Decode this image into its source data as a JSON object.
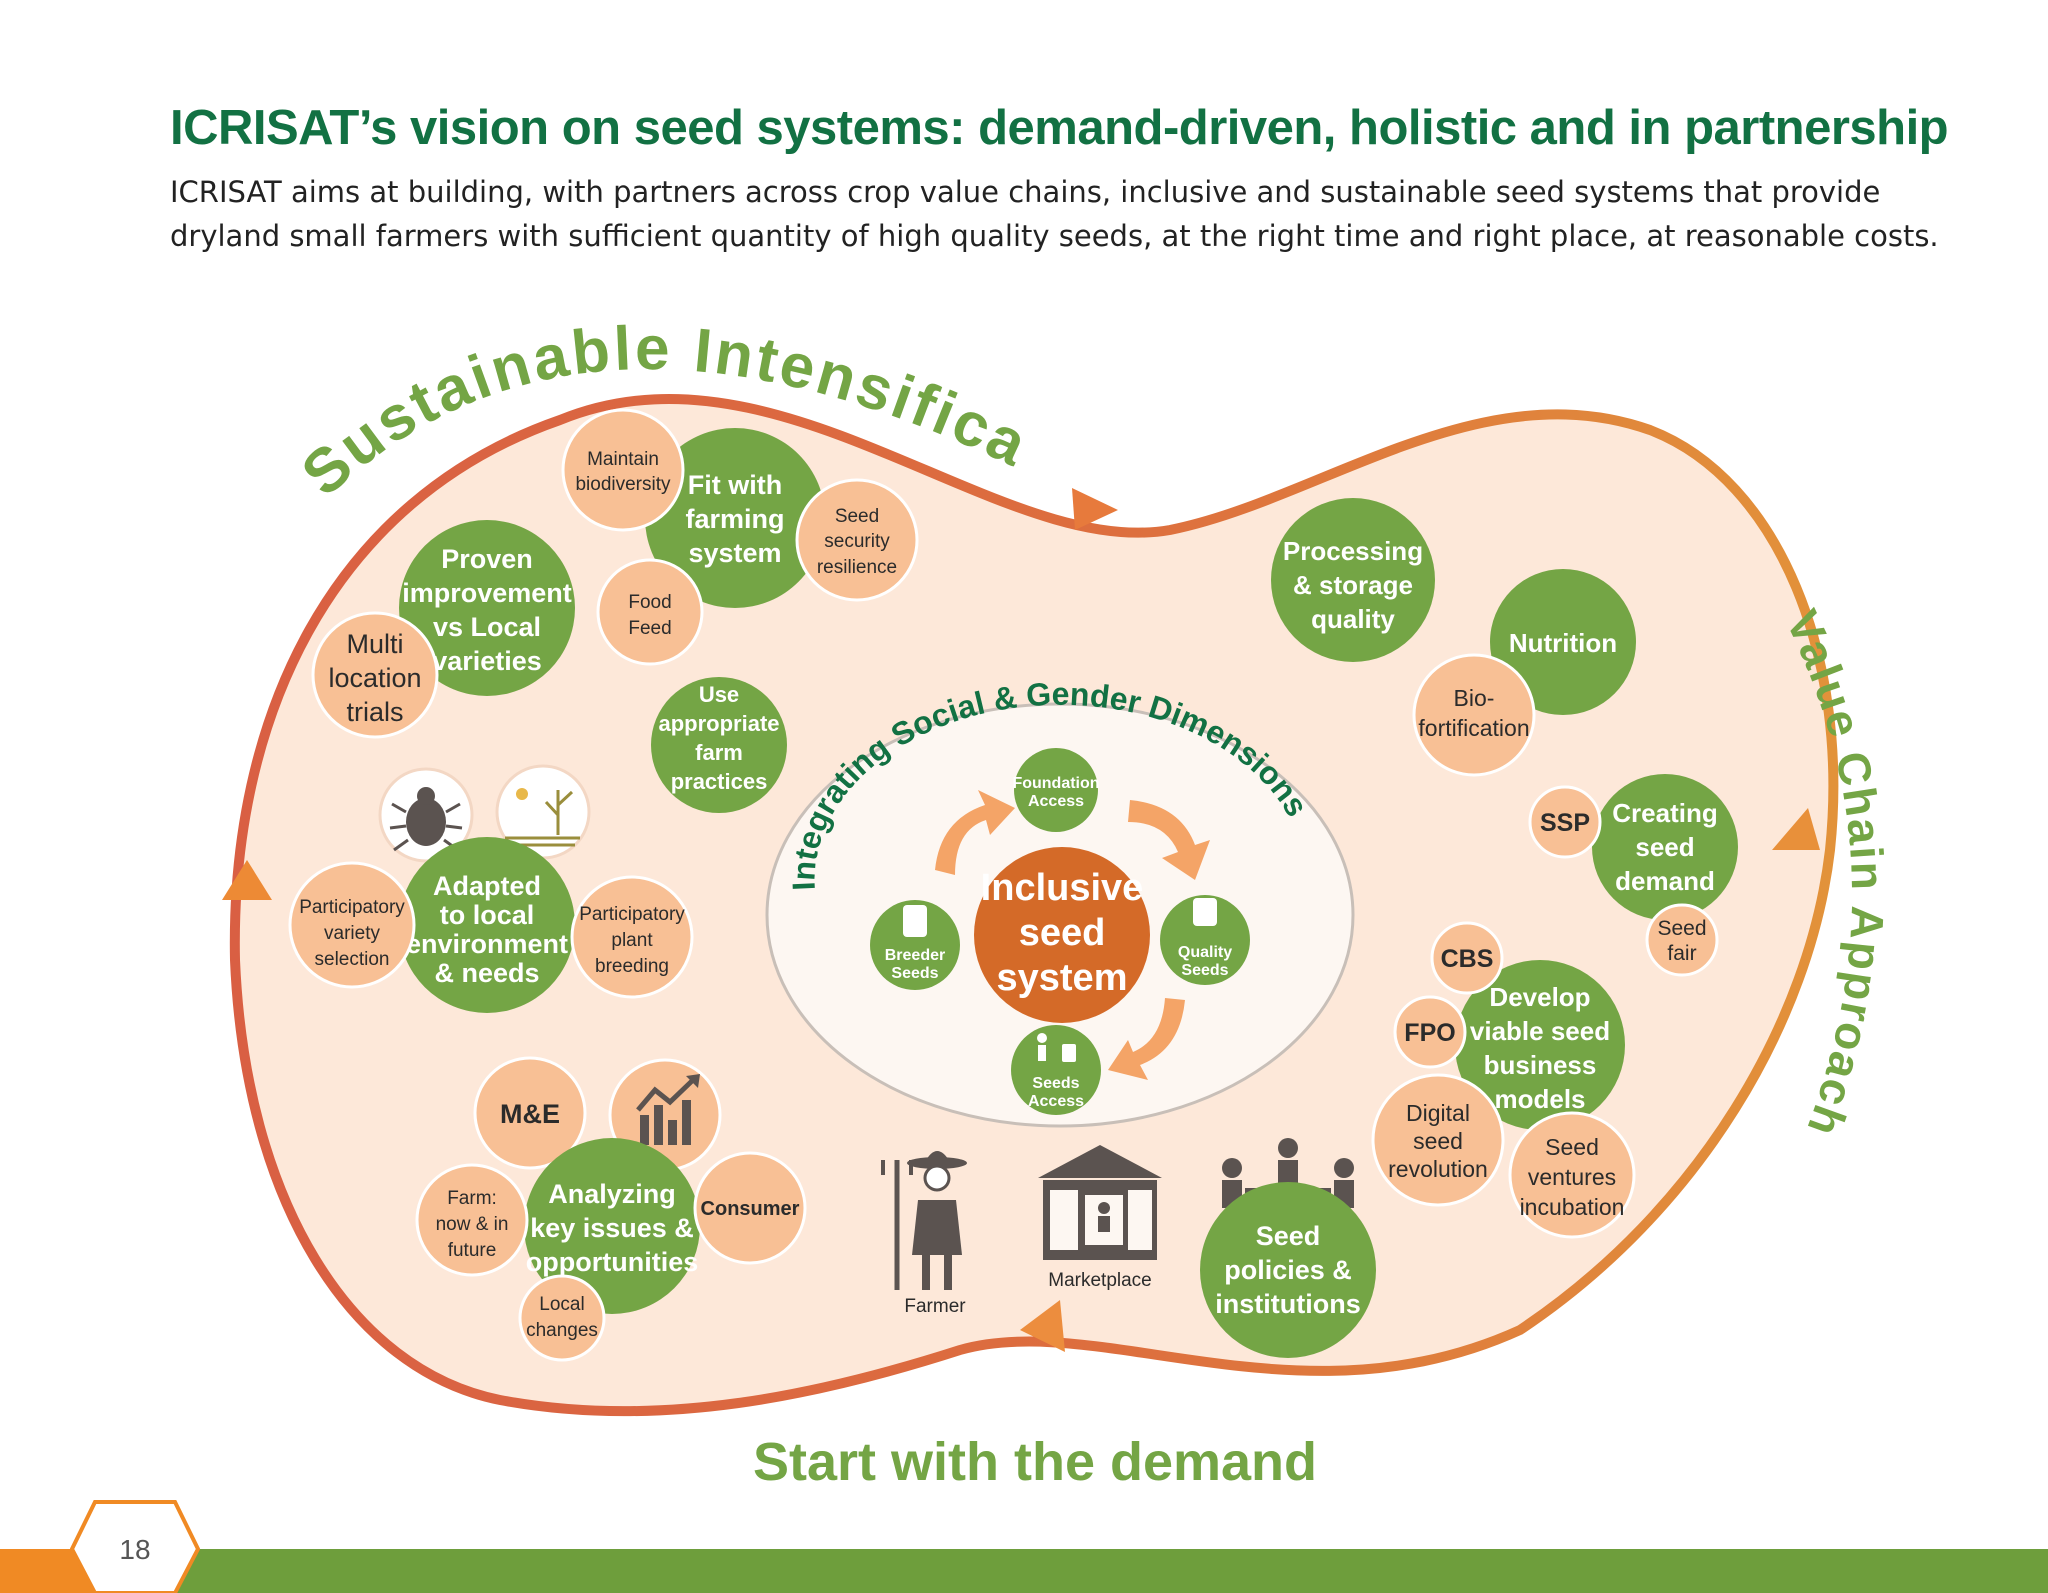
{
  "header": {
    "title": "ICRISAT’s vision on seed systems: demand-driven, holistic and in partnership",
    "intro_line1": "ICRISAT aims at building, with partners across crop value chains, inclusive and sustainable seed systems that provide",
    "intro_line2": "dryland small farmers with sufficient quantity of high quality seeds, at the right time and right place, at reasonable costs."
  },
  "colors": {
    "title_green": "#127143",
    "node_green": "#74a545",
    "node_peach": "#f8c095",
    "blob_fill": "#fde8d9",
    "arc_red": "#d95f43",
    "arc_orange": "#e08a3c",
    "center_orange": "#d46a28",
    "label_green": "#74a545"
  },
  "diagram": {
    "arc_top_label": "Sustainable Intensification",
    "arc_right_label": "Value Chain Approach",
    "bottom_label": "Start with the demand",
    "ring_label": "Integrating Social & Gender Dimensions",
    "center": {
      "line1": "Inclusive",
      "line2": "seed",
      "line3": "system"
    },
    "cycle": {
      "foundation": [
        "Foundation",
        "Access"
      ],
      "quality": [
        "Quality",
        "Seeds"
      ],
      "seeds_access": [
        "Seeds",
        "Access"
      ],
      "breeder": [
        "Breeder",
        "Seeds"
      ]
    },
    "nodes": {
      "maintain_biodiversity": [
        "Maintain",
        "biodiversity"
      ],
      "fit_farming": [
        "Fit with",
        "farming",
        "system"
      ],
      "seed_security": [
        "Seed",
        "security",
        "resilience"
      ],
      "food_feed": [
        "Food",
        "Feed"
      ],
      "proven": [
        "Proven",
        "improvement",
        "vs Local",
        "varieties"
      ],
      "multi_location": [
        "Multi",
        "location",
        "trials"
      ],
      "use_practices": [
        "Use",
        "appropriate",
        "farm",
        "practices"
      ],
      "adapted": [
        "Adapted",
        "to local",
        "environment",
        "& needs"
      ],
      "pvs": [
        "Participatory",
        "variety",
        "selection"
      ],
      "ppb": [
        "Participatory",
        "plant",
        "breeding"
      ],
      "me": [
        "M&E"
      ],
      "analyzing": [
        "Analyzing",
        "key issues &",
        "opportunities"
      ],
      "farm_now": [
        "Farm:",
        "now & in",
        "future"
      ],
      "consumer": [
        "Consumer"
      ],
      "local_changes": [
        "Local",
        "changes"
      ],
      "processing": [
        "Processing",
        "& storage",
        "quality"
      ],
      "nutrition": [
        "Nutrition"
      ],
      "biofort": [
        "Bio-",
        "fortification"
      ],
      "ssp": [
        "SSP"
      ],
      "creating_demand": [
        "Creating",
        "seed",
        "demand"
      ],
      "seed_fair": [
        "Seed",
        "fair"
      ],
      "cbs": [
        "CBS"
      ],
      "fpo": [
        "FPO"
      ],
      "develop": [
        "Develop",
        "viable seed",
        "business",
        "models"
      ],
      "digital": [
        "Digital",
        "seed",
        "revolution"
      ],
      "ventures": [
        "Seed",
        "ventures",
        "incubation"
      ],
      "policies": [
        "Seed",
        "policies &",
        "institutions"
      ]
    },
    "icons": {
      "farmer_label": "Farmer",
      "marketplace_label": "Marketplace"
    }
  },
  "footer": {
    "page_number": "18"
  }
}
